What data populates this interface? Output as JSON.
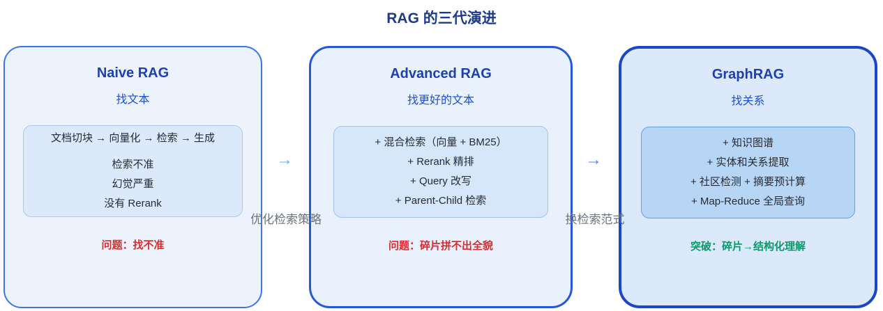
{
  "title": "RAG 的三代演进",
  "stages": [
    {
      "name": "Naive RAG",
      "subtitle": "找文本",
      "details": [
        "文档切块 → 向量化 → 检索 → 生成",
        "检索不准",
        "幻觉严重",
        "没有 Rerank"
      ],
      "note": "问题：找不准"
    },
    {
      "name": "Advanced RAG",
      "subtitle": "找更好的文本",
      "details": [
        "+ 混合检索（向量 + BM25）",
        "+ Rerank 精排",
        "+ Query 改写",
        "+ Parent-Child 检索"
      ],
      "note": "问题：碎片拼不出全貌"
    },
    {
      "name": "GraphRAG",
      "subtitle": "找关系",
      "details": [
        "+ 知识图谱",
        "+ 实体和关系提取",
        "+ 社区检测 + 摘要预计算",
        "+ Map-Reduce 全局查询"
      ],
      "note": "突破：碎片→结构化理解"
    }
  ],
  "transitions": [
    {
      "arrow": "→",
      "label": "优化检索策略"
    },
    {
      "arrow": "→",
      "label": "换检索范式"
    }
  ],
  "colors": {
    "title_navy": "#1e3a8a",
    "stage_title_blue": "#1e40af",
    "subtitle_blue": "#1d4ed8",
    "problem_red": "#d92c2c",
    "breakthrough_green": "#0a9a6a",
    "transition_label_gray": "#6b7280",
    "stage1_border": "#3b76e8",
    "stage2_border": "#2457db",
    "stage3_border": "#1c46c8"
  }
}
